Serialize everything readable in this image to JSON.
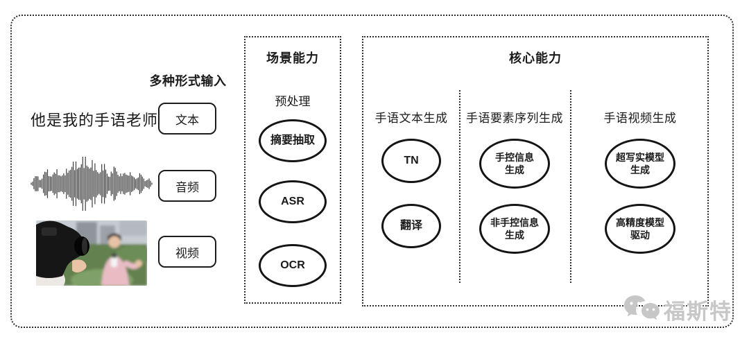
{
  "input_panel": {
    "title": "多种形式输入",
    "sample_text": "他是我的手语老师",
    "items": [
      {
        "label": "文本",
        "example": "sample-sentence"
      },
      {
        "label": "音频",
        "example": "audio-waveform"
      },
      {
        "label": "视频",
        "example": "camera-filming-reporter-photo"
      }
    ]
  },
  "scene_panel": {
    "title": "场景能力",
    "subtitle": "预处理",
    "nodes": [
      "摘要抽取",
      "ASR",
      "OCR"
    ]
  },
  "core_panel": {
    "title": "核心能力",
    "columns": [
      {
        "header": "手语文本生成",
        "nodes": [
          [
            "TN"
          ],
          [
            "翻译"
          ]
        ]
      },
      {
        "header": "手语要素序列生成",
        "nodes": [
          [
            "手控信息",
            "生成"
          ],
          [
            "非手控信息",
            "生成"
          ]
        ]
      },
      {
        "header": "手语视频生成",
        "nodes": [
          [
            "超写实模型",
            "生成"
          ],
          [
            "高精度模型",
            "驱动"
          ]
        ]
      }
    ]
  },
  "watermark": {
    "icon": "wechat-logo",
    "text": "福斯特"
  },
  "colors": {
    "line": "#2e2e2e",
    "text": "#1a1a1a",
    "watermark": "#c7c7c7"
  }
}
